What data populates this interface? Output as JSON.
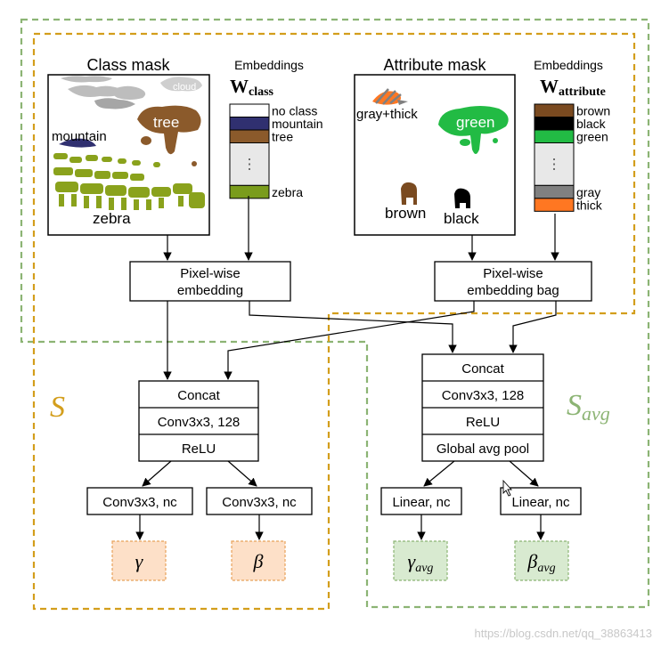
{
  "class_panel": {
    "title": "Class mask",
    "labels": {
      "cloud": "cloud",
      "mountain": "mountain",
      "tree": "tree",
      "zebra": "zebra"
    },
    "embeddings_title": "Embeddings",
    "weight_symbol": "W",
    "weight_subscript": "class",
    "embedding_rows": [
      "no class",
      "mountain",
      "tree",
      "⋮",
      "zebra"
    ],
    "embedding_colors": [
      "#ffffff",
      "#303070",
      "#8b5a2b",
      "#e8e8e8",
      "#7a9c1c"
    ]
  },
  "attribute_panel": {
    "title": "Attribute mask",
    "labels": {
      "gray_thick": "gray+thick",
      "green": "green",
      "brown": "brown",
      "black": "black"
    },
    "embeddings_title": "Embeddings",
    "weight_symbol": "W",
    "weight_subscript": "attribute",
    "embedding_rows": [
      "brown",
      "black",
      "green",
      "⋮",
      "gray",
      "thick"
    ],
    "embedding_colors": [
      "#7a4a20",
      "#000000",
      "#22bb44",
      "#e8e8e8",
      "#808080",
      "#ff7722"
    ]
  },
  "nodes": {
    "pixel_wise_embedding": [
      "Pixel-wise",
      "embedding"
    ],
    "pixel_wise_embedding_bag": [
      "Pixel-wise",
      "embedding bag"
    ],
    "left_stack": [
      "Concat",
      "Conv3x3, 128",
      "ReLU"
    ],
    "right_stack": [
      "Concat",
      "Conv3x3, 128",
      "ReLU",
      "Global avg pool"
    ],
    "left_heads": [
      "Conv3x3, nc",
      "Conv3x3, nc"
    ],
    "right_heads": [
      "Linear, nc",
      "Linear, nc"
    ],
    "left_outputs": [
      "γ",
      "β"
    ],
    "right_outputs": [
      "γ",
      "β"
    ],
    "right_output_subscript": "avg"
  },
  "regions": {
    "S_label": "S",
    "S_avg_label": "S",
    "S_avg_subscript": "avg"
  },
  "colors": {
    "orange_dash": "#d39e1c",
    "green_dash": "#8cb474",
    "output_orange_fill": "#fde0c8",
    "output_orange_stroke": "#e8a25a",
    "output_green_fill": "#d8ead0",
    "output_green_stroke": "#8cb474",
    "tree_brown": "#8b5a2b",
    "zebra_green": "#8aa21c",
    "mountain_blue": "#303070",
    "cloud_gray": "#bdbdbd",
    "attr_green": "#22bb44"
  },
  "watermark": "https://blog.csdn.net/qq_38863413"
}
